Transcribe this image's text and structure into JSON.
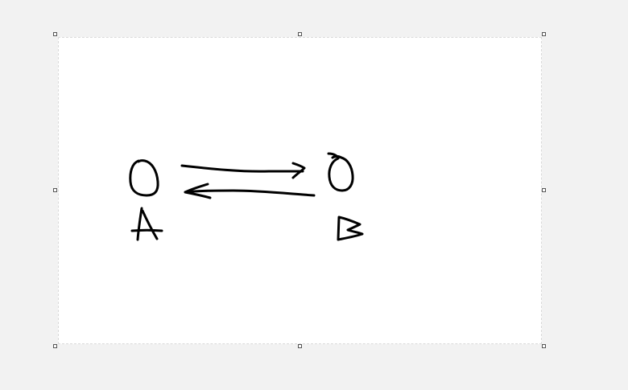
{
  "canvas": {
    "background": "#ffffff",
    "workspace_background": "#f2f2f2",
    "ink_color": "#000000"
  },
  "drawing": {
    "strokes": [
      {
        "name": "node-a-circle"
      },
      {
        "name": "letter-a"
      },
      {
        "name": "arrow-right"
      },
      {
        "name": "arrow-left"
      },
      {
        "name": "node-b-circle"
      },
      {
        "name": "letter-b"
      }
    ]
  },
  "handles": [
    "top-left",
    "top-middle",
    "top-right",
    "middle-left",
    "middle-right",
    "bottom-left",
    "bottom-middle",
    "bottom-right"
  ]
}
